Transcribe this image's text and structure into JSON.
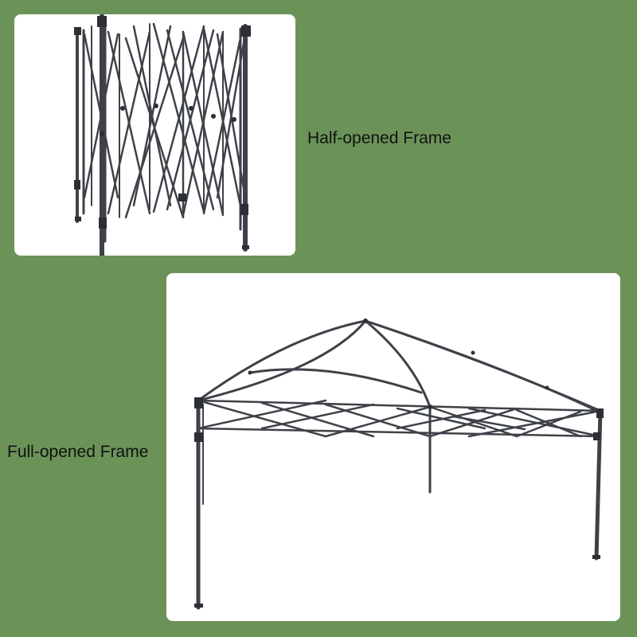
{
  "labels": {
    "half_opened": "Half-opened Frame",
    "full_opened": "Full-opened Frame"
  },
  "images": {
    "top": "half-opened-canopy-frame",
    "bottom": "full-opened-canopy-frame"
  },
  "colors": {
    "background": "#6b9358",
    "panel": "#ffffff",
    "frame_steel": "#3e4248",
    "text": "#111111"
  }
}
